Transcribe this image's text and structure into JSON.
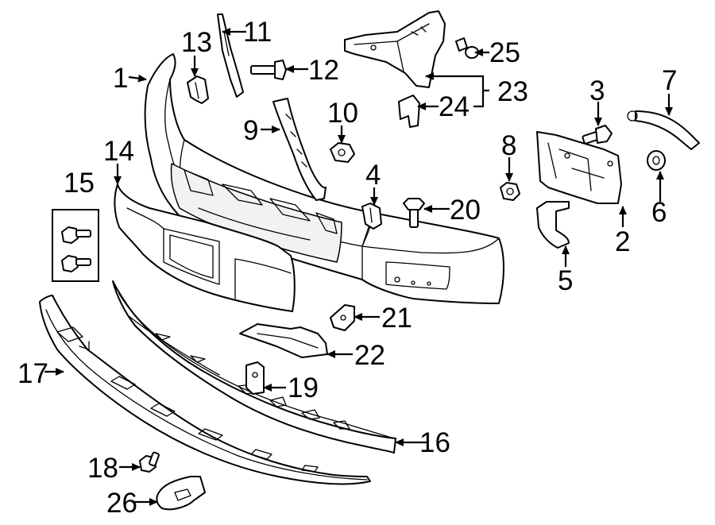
{
  "callouts": [
    {
      "id": "1",
      "label": "1"
    },
    {
      "id": "2",
      "label": "2"
    },
    {
      "id": "3",
      "label": "3"
    },
    {
      "id": "4",
      "label": "4"
    },
    {
      "id": "5",
      "label": "5"
    },
    {
      "id": "6",
      "label": "6"
    },
    {
      "id": "7",
      "label": "7"
    },
    {
      "id": "8",
      "label": "8"
    },
    {
      "id": "9",
      "label": "9"
    },
    {
      "id": "10",
      "label": "10"
    },
    {
      "id": "11",
      "label": "11"
    },
    {
      "id": "12",
      "label": "12"
    },
    {
      "id": "13",
      "label": "13"
    },
    {
      "id": "14",
      "label": "14"
    },
    {
      "id": "15",
      "label": "15"
    },
    {
      "id": "16",
      "label": "16"
    },
    {
      "id": "17",
      "label": "17"
    },
    {
      "id": "18",
      "label": "18"
    },
    {
      "id": "19",
      "label": "19"
    },
    {
      "id": "20",
      "label": "20"
    },
    {
      "id": "21",
      "label": "21"
    },
    {
      "id": "22",
      "label": "22"
    },
    {
      "id": "23",
      "label": "23"
    },
    {
      "id": "24",
      "label": "24"
    },
    {
      "id": "25",
      "label": "25"
    },
    {
      "id": "26",
      "label": "26"
    }
  ],
  "colors": {
    "line": "#000000",
    "background": "#ffffff"
  }
}
